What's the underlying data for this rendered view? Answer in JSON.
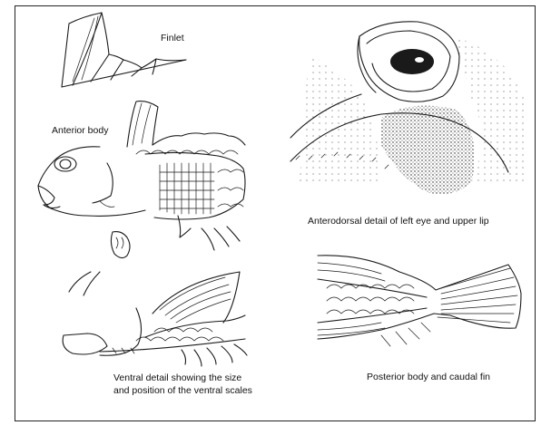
{
  "labels": {
    "finlet": "Finlet",
    "anterior_body": "Anterior body",
    "anterodorsal": "Anterodorsal detail of left eye and upper lip",
    "ventral_line1": "Ventral detail showing the size",
    "ventral_line2": "and position of the ventral scales",
    "posterior": "Posterior body and caudal fin"
  },
  "colors": {
    "ink": "#1a1a1a",
    "background": "#ffffff",
    "border": "#222222"
  }
}
